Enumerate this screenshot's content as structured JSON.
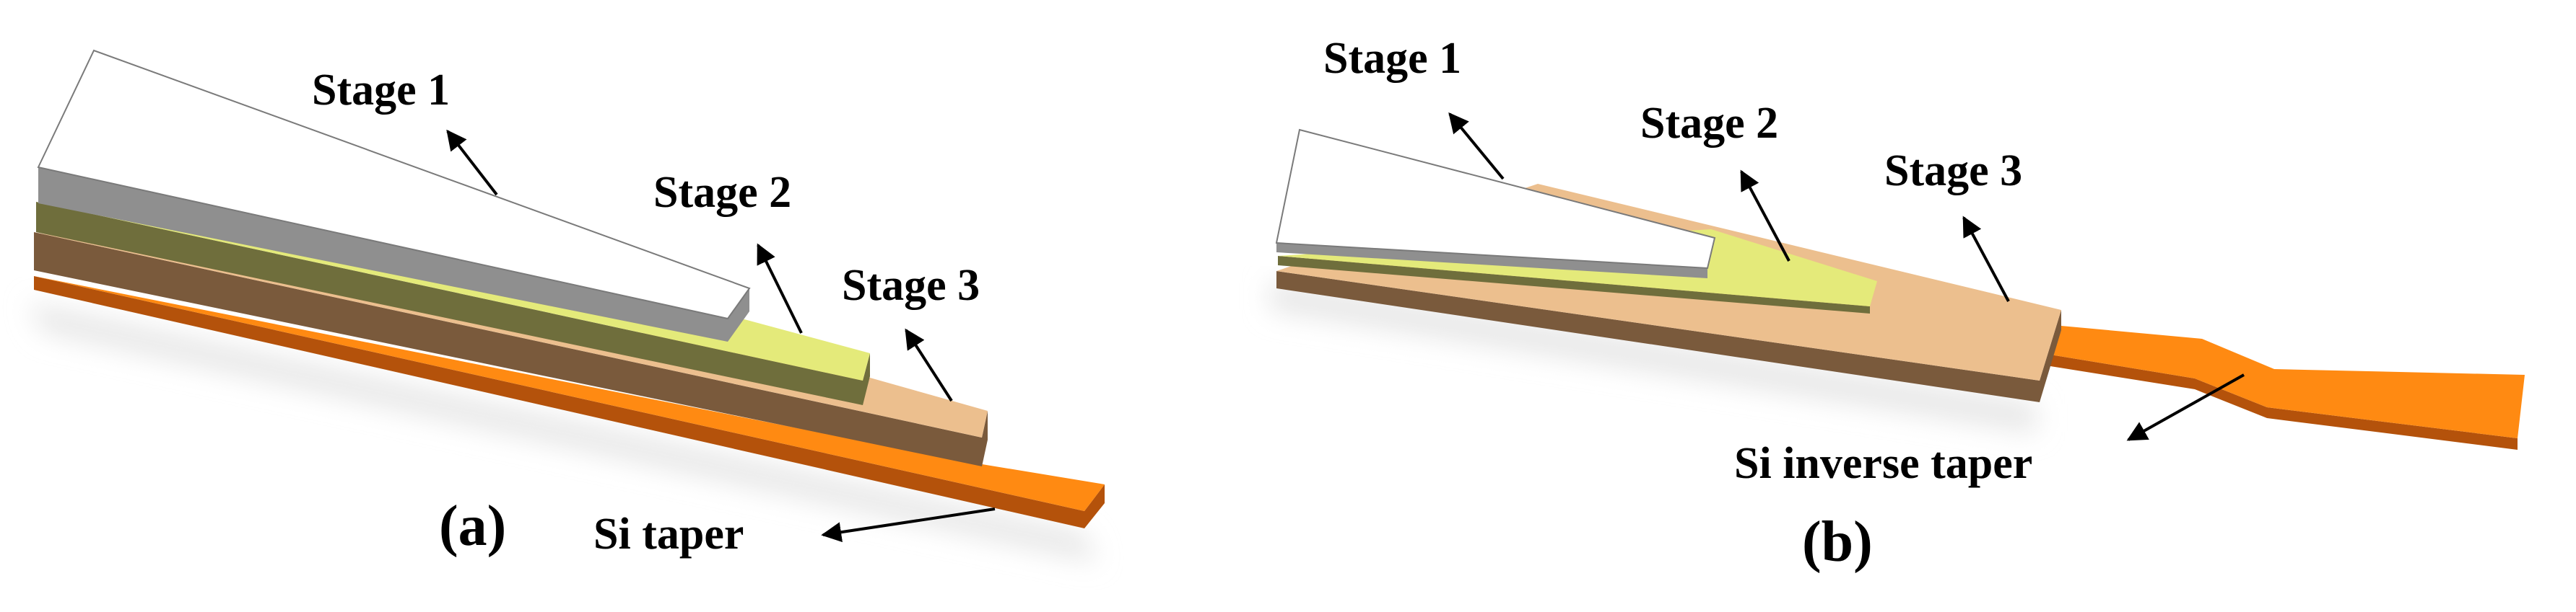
{
  "panel_a": {
    "panel_label": "(a)",
    "stage1_label": "Stage 1",
    "stage2_label": "Stage 2",
    "stage3_label": "Stage 3",
    "taper_label": "Si taper"
  },
  "panel_b": {
    "panel_label": "(b)",
    "stage1_label": "Stage 1",
    "stage2_label": "Stage 2",
    "stage3_label": "Stage 3",
    "taper_label": "Si inverse taper"
  },
  "colors": {
    "stage1_top": "#ffffff",
    "stage1_side": "#8f8f8f",
    "stage2_top": "#e4ea7a",
    "stage2_side": "#6f6e3c",
    "stage3_top": "#ecbf8e",
    "stage3_side": "#7a5a3c",
    "si_top": "#ff8a12",
    "si_side": "#b4520b"
  }
}
